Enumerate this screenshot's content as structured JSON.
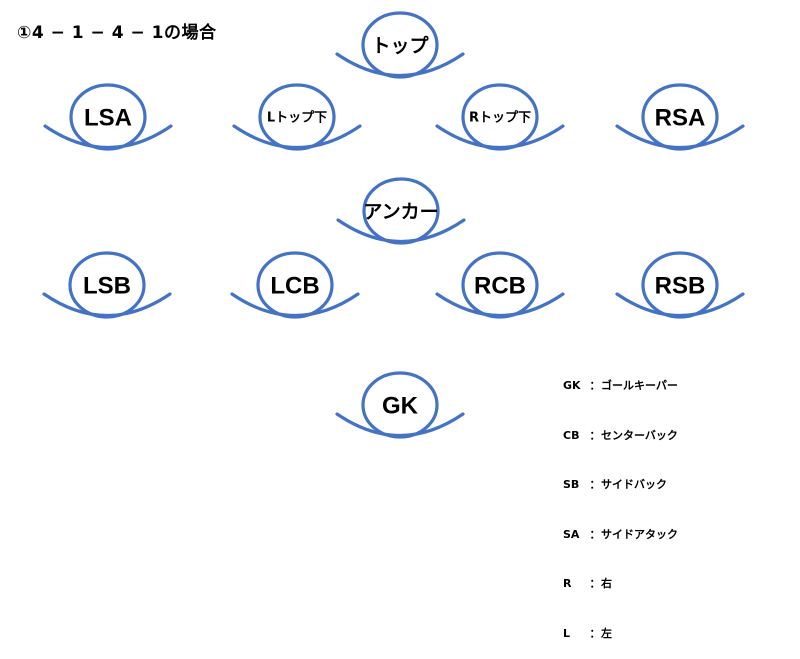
{
  "title": "①4 − 1 − 4 − 1の場合",
  "formation": "4-1-4-1",
  "colors": {
    "marker_stroke": "#4472c4",
    "text": "#000000",
    "background": "#ffffff"
  },
  "positions": [
    {
      "id": "top",
      "label": "トップ",
      "style": "jp"
    },
    {
      "id": "lsa",
      "label": "LSA",
      "style": "large"
    },
    {
      "id": "l-top-shita",
      "label": "Lトップ下",
      "style": "small"
    },
    {
      "id": "r-top-shita",
      "label": "Rトップ下",
      "style": "small"
    },
    {
      "id": "rsa",
      "label": "RSA",
      "style": "large"
    },
    {
      "id": "anchor",
      "label": "アンカー",
      "style": "jp"
    },
    {
      "id": "lsb",
      "label": "LSB",
      "style": "large"
    },
    {
      "id": "lcb",
      "label": "LCB",
      "style": "large"
    },
    {
      "id": "rcb",
      "label": "RCB",
      "style": "large"
    },
    {
      "id": "rsb",
      "label": "RSB",
      "style": "large"
    },
    {
      "id": "gk",
      "label": "GK",
      "style": "large"
    }
  ],
  "legend": {
    "separator": "：",
    "items": [
      {
        "key": "GK",
        "meaning": "ゴールキーパー"
      },
      {
        "key": "CB",
        "meaning": "センターバック"
      },
      {
        "key": "SB",
        "meaning": "サイドバック"
      },
      {
        "key": "SA",
        "meaning": "サイドアタック"
      },
      {
        "key": "R",
        "meaning": "右"
      },
      {
        "key": "L",
        "meaning": "左"
      }
    ]
  }
}
